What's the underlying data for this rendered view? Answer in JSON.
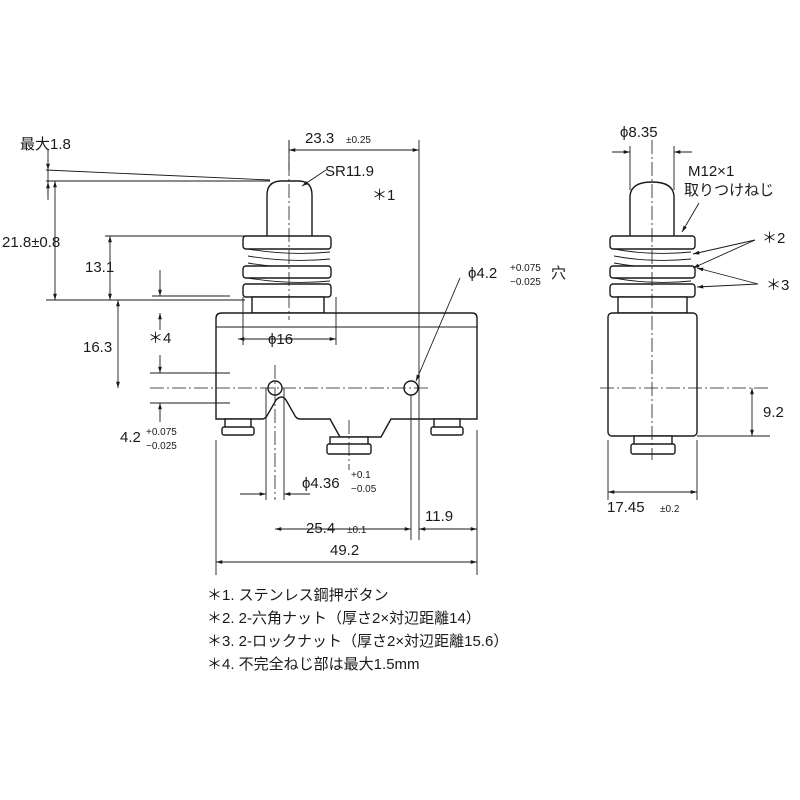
{
  "dimensions": {
    "max_overtravel": "最大1.8",
    "top_width": "23.3",
    "top_width_tol": "±0.25",
    "sr": "SR11.9",
    "note1_marker": "＊1",
    "free_position": "21.8±0.8",
    "d13_1": "13.1",
    "d16_3": "16.3",
    "note4_marker": "＊4",
    "phi16": "ϕ16",
    "hole": "ϕ4.2",
    "hole_tol_plus": "+0.075",
    "hole_tol_minus": "−0.025",
    "hole_suffix": "穴",
    "d4_2": "4.2",
    "d4_2_tol_plus": "+0.075",
    "d4_2_tol_minus": "−0.025",
    "phi4_36": "ϕ4.36",
    "phi4_36_tol_plus": "+0.1",
    "phi4_36_tol_minus": "−0.05",
    "d25_4": "25.4",
    "d25_4_tol": "±0.1",
    "d11_9": "11.9",
    "d49_2": "49.2",
    "phi8_35": "ϕ8.35",
    "thread": "M12×1",
    "thread_note": "取りつけねじ",
    "note2_marker": "＊2",
    "note3_marker": "＊3",
    "d9_2": "9.2",
    "d17_45": "17.45",
    "d17_45_tol": "±0.2"
  },
  "notes": [
    "＊1. ステンレス鋼押ボタン",
    "＊2. 2-六角ナット（厚さ2×対辺距離14）",
    "＊3. 2-ロックナット（厚さ2×対辺距離15.6）",
    "＊4. 不完全ねじ部は最大1.5mm"
  ]
}
